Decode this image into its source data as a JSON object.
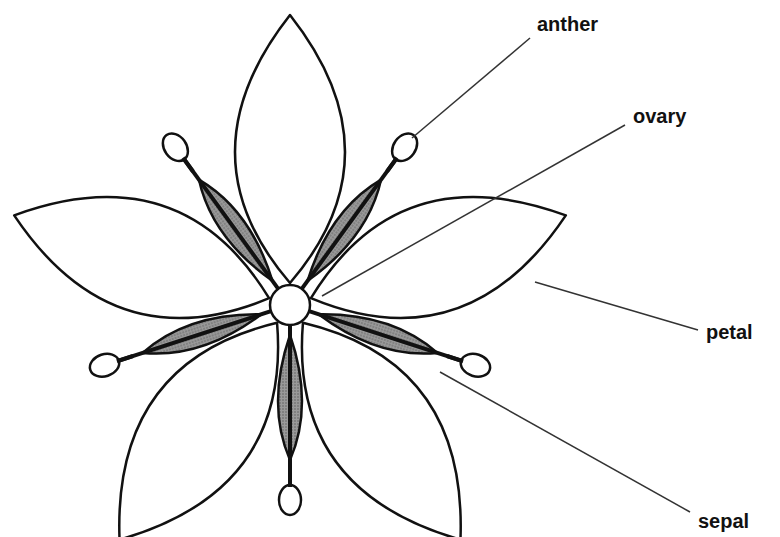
{
  "diagram": {
    "labels": [
      "anther",
      "ovary",
      "petal",
      "sepal"
    ]
  }
}
